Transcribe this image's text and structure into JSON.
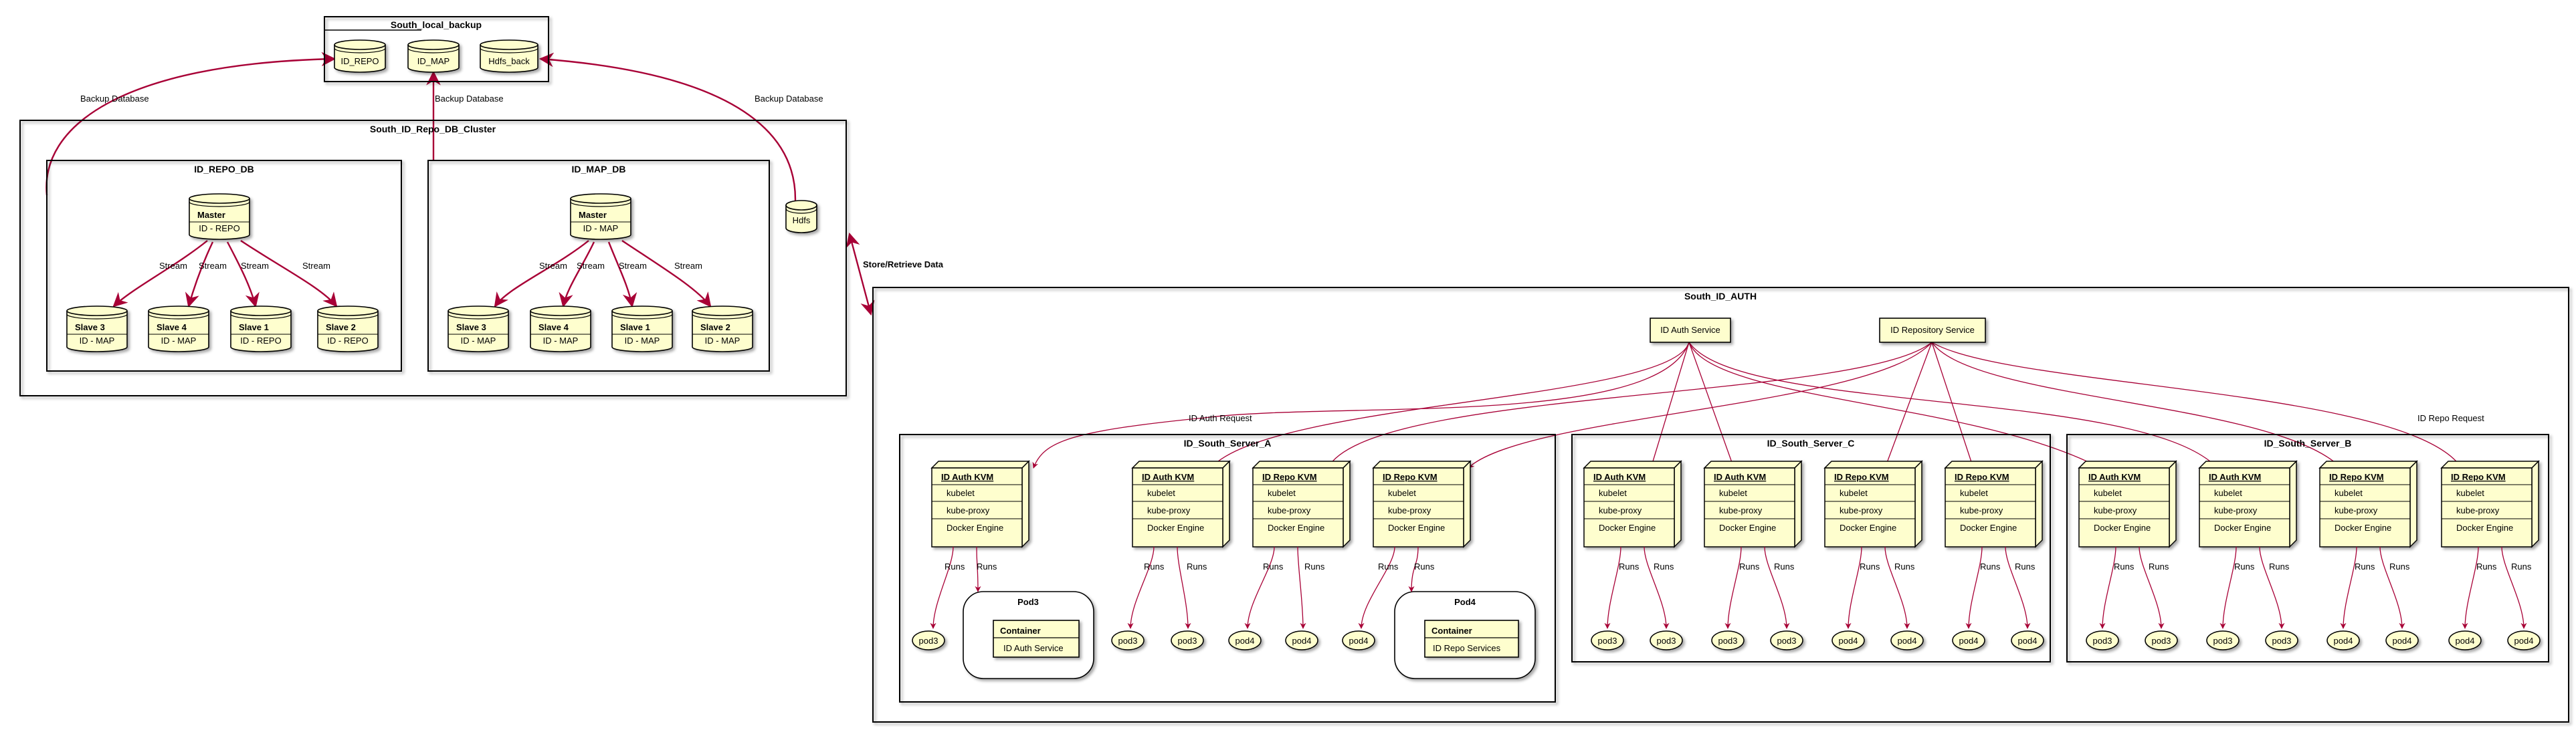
{
  "colors": {
    "node_fill": "#fefece",
    "edge": "#a80036",
    "border": "#000000"
  },
  "local_backup": {
    "title": "South_local_backup",
    "dbs": [
      "ID_REPO",
      "ID_MAP",
      "Hdfs_back"
    ]
  },
  "cluster": {
    "title": "South_ID_Repo_DB_Cluster",
    "hdfs": "Hdfs",
    "repo_db": {
      "title": "ID_REPO_DB",
      "master": {
        "name": "Master",
        "sub": "ID - REPO"
      },
      "slaves": [
        {
          "name": "Slave 3",
          "sub": "ID - MAP"
        },
        {
          "name": "Slave 4",
          "sub": "ID - MAP"
        },
        {
          "name": "Slave 1",
          "sub": "ID - REPO"
        },
        {
          "name": "Slave 2",
          "sub": "ID - REPO"
        }
      ]
    },
    "map_db": {
      "title": "ID_MAP_DB",
      "master": {
        "name": "Master",
        "sub": "ID - MAP"
      },
      "slaves": [
        {
          "name": "Slave 3",
          "sub": "ID - MAP"
        },
        {
          "name": "Slave 4",
          "sub": "ID - MAP"
        },
        {
          "name": "Slave 1",
          "sub": "ID - MAP"
        },
        {
          "name": "Slave 2",
          "sub": "ID - MAP"
        }
      ]
    },
    "stream_label": "Stream"
  },
  "edge_labels": {
    "backup_left": "Backup Database",
    "backup_mid": "Backup Database",
    "backup_right": "Backup Database",
    "store_retrieve": "Store/Retrieve Data",
    "auth_request": "ID Auth Request",
    "repo_request": "ID Repo Request",
    "runs": "Runs"
  },
  "auth": {
    "title": "South_ID_AUTH",
    "auth_service": "ID Auth Service",
    "repo_service": "ID Repository Service",
    "kvm_rows": [
      "kubelet",
      "kube-proxy",
      "Docker Engine"
    ],
    "server_a": {
      "title": "ID_South_Server_A",
      "kvms": [
        "ID Auth KVM",
        "ID Auth KVM",
        "ID Repo KVM",
        "ID Repo KVM"
      ],
      "pods": [
        "pod3",
        "pod3",
        "pod3",
        "pod4",
        "pod4",
        "pod4"
      ],
      "pod3_box": {
        "title": "Pod3",
        "container": "Container",
        "service": "ID Auth Service"
      },
      "pod4_box": {
        "title": "Pod4",
        "container": "Container",
        "service": "ID Repo Services"
      }
    },
    "server_c": {
      "title": "ID_South_Server_C",
      "kvms": [
        "ID Auth KVM",
        "ID Auth KVM",
        "ID Repo KVM",
        "ID Repo KVM"
      ],
      "pods": [
        "pod3",
        "pod3",
        "pod3",
        "pod3",
        "pod4",
        "pod4",
        "pod4",
        "pod4"
      ]
    },
    "server_b": {
      "title": "ID_South_Server_B",
      "kvms": [
        "ID Auth KVM",
        "ID Auth KVM",
        "ID Repo KVM",
        "ID Repo KVM"
      ],
      "pods": [
        "pod3",
        "pod3",
        "pod3",
        "pod3",
        "pod4",
        "pod4",
        "pod4",
        "pod4"
      ]
    }
  }
}
